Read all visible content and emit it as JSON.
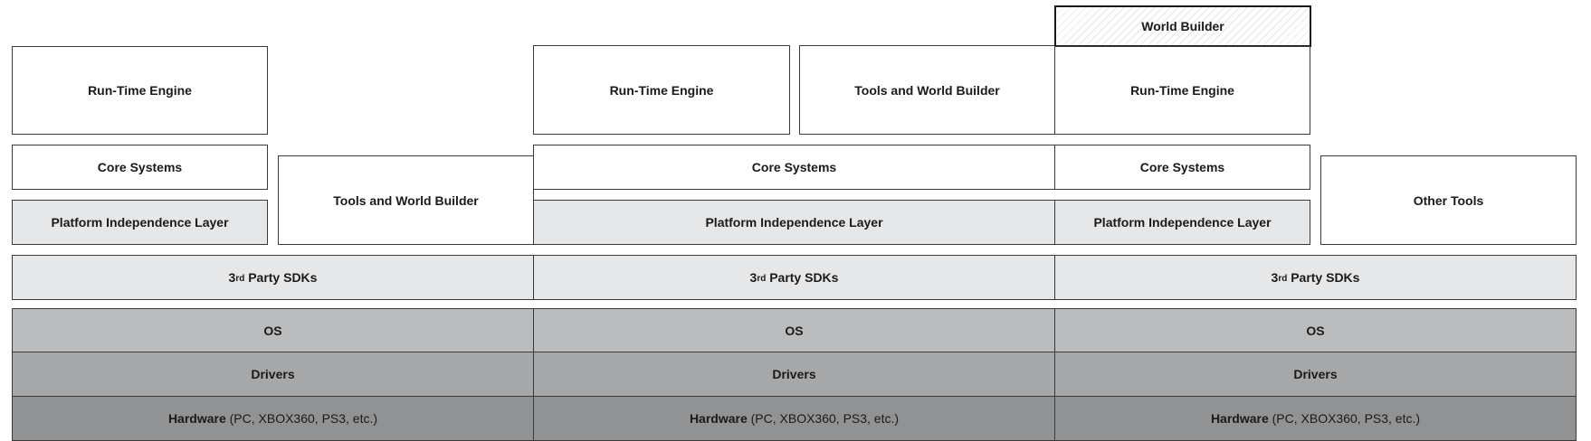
{
  "col1": {
    "runtime": "Run-Time Engine",
    "core": "Core Systems",
    "pil": "Platform Independence Layer",
    "tools": "Tools and World Builder"
  },
  "col2": {
    "runtime": "Run-Time Engine",
    "tools": "Tools and World Builder",
    "core": "Core Systems",
    "pil": "Platform Independence Layer"
  },
  "col3": {
    "world_builder": "World Builder",
    "runtime": "Run-Time Engine",
    "core": "Core Systems",
    "pil": "Platform Independence Layer",
    "other_tools": "Other Tools"
  },
  "sdk": {
    "num": "3",
    "sup": "rd",
    "rest": " Party SDKs"
  },
  "os": "OS",
  "drivers": "Drivers",
  "hardware": {
    "label": "Hardware",
    "detail": " (PC, XBOX360, PS3, etc.)"
  },
  "colors": {
    "white": "#ffffff",
    "light_gray": "#e6e7e8",
    "os_gray": "#bbbcbe",
    "drivers_gray": "#a6a7a9",
    "hardware_gray": "#919294"
  }
}
